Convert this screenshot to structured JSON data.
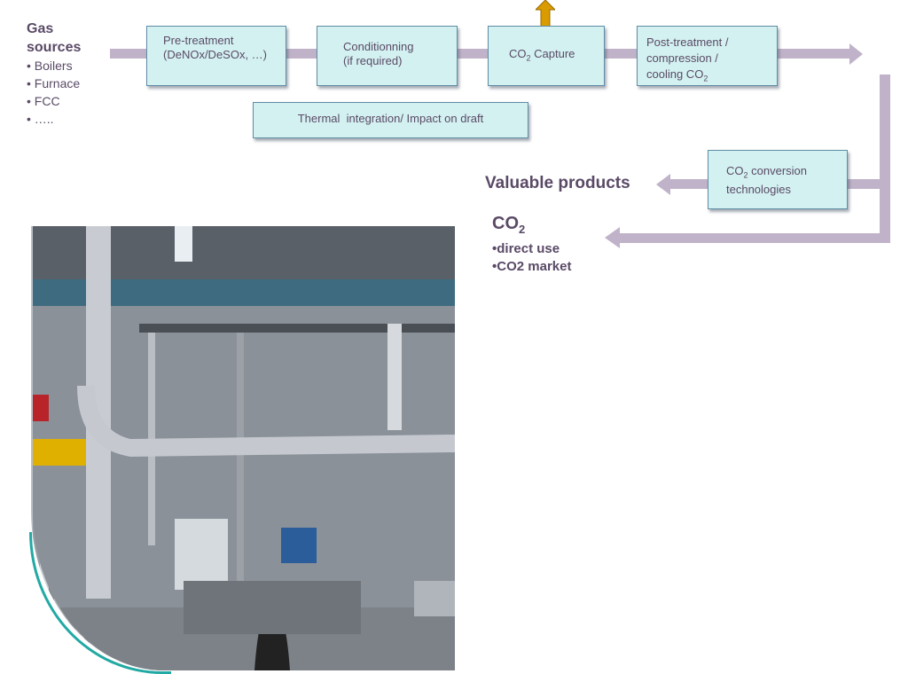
{
  "gas_sources": {
    "title_line1": "Gas",
    "title_line2": "sources",
    "items": [
      "• Boilers",
      "• Furnace",
      "• FCC",
      "• ….."
    ]
  },
  "process_boxes": {
    "pretreatment": {
      "line1": "Pre-treatment",
      "line2": "(DeNOx/DeSOx, …)"
    },
    "conditioning": {
      "line1": "Conditionning",
      "line2": "(if required)"
    },
    "capture": {
      "prefix": "CO",
      "sub": "2",
      "suffix": " Capture"
    },
    "post_treatment": {
      "line1": "Post-treatment /",
      "line2": "compression /",
      "line3_prefix": "cooling CO",
      "line3_sub": "2"
    },
    "thermal": {
      "label": "Thermal  integration/ Impact on draft"
    },
    "conversion": {
      "line1_prefix": "CO",
      "line1_sub": "2",
      "line1_suffix": " conversion",
      "line2": "technologies"
    }
  },
  "outputs": {
    "valuable_products": "Valuable products",
    "co2": {
      "prefix": "CO",
      "sub": "2",
      "items": [
        "•direct use",
        "•CO2 market"
      ]
    }
  },
  "photo": {
    "description": "industrial CO2 capture pilot plant with insulated piping"
  },
  "colors": {
    "connector": "#c0b3c9",
    "box_fill": "#d3f1f1",
    "box_border": "#5f8ca6",
    "text": "#5a4a66",
    "emission_arrow": "#d99b00",
    "accent_curve": "#22a9a4"
  }
}
